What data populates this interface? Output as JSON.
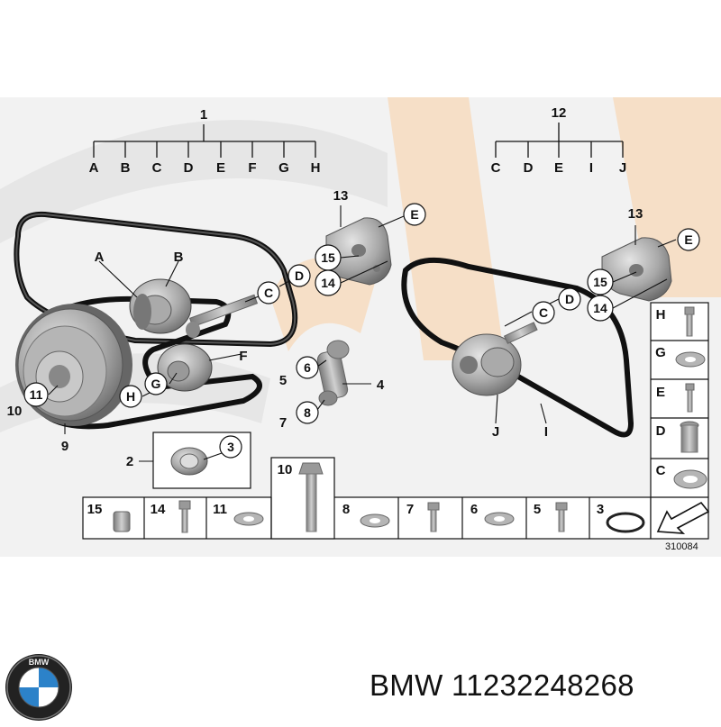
{
  "diagram": {
    "groups": {
      "group_1": {
        "number": "1",
        "letters": [
          "A",
          "B",
          "C",
          "D",
          "E",
          "F",
          "G",
          "H"
        ]
      },
      "group_12": {
        "number": "12",
        "letters": [
          "C",
          "D",
          "E",
          "I",
          "J"
        ]
      }
    },
    "callouts": {
      "A": "A",
      "B": "B",
      "C1": "C",
      "D1": "D",
      "E1": "E",
      "F": "F",
      "G": "G",
      "H": "H",
      "n13a": "13",
      "n15a": "15",
      "n14a": "14",
      "n13b": "13",
      "n15b": "15",
      "n14b": "14",
      "C2": "C",
      "D2": "D",
      "E2": "E",
      "n4": "4",
      "n5": "5",
      "n6": "6",
      "n7": "7",
      "n8": "8",
      "n9": "9",
      "n10": "10",
      "n11": "11",
      "n2": "2",
      "n3": "3",
      "J": "J",
      "I": "I"
    },
    "parts_row": [
      "15",
      "14",
      "11",
      "10",
      "8",
      "7",
      "6",
      "5",
      "3"
    ],
    "parts_column": [
      "H",
      "G",
      "E",
      "D",
      "C"
    ],
    "reference": "310084"
  },
  "footer": {
    "brand_text": "BMW 11232248268",
    "logo_text": "BMW"
  },
  "colors": {
    "watermark_gray": "#e9e9e9",
    "watermark_peach": "#f7e2cc",
    "part_gray": "#9a9a9a",
    "belt": "#111111"
  }
}
